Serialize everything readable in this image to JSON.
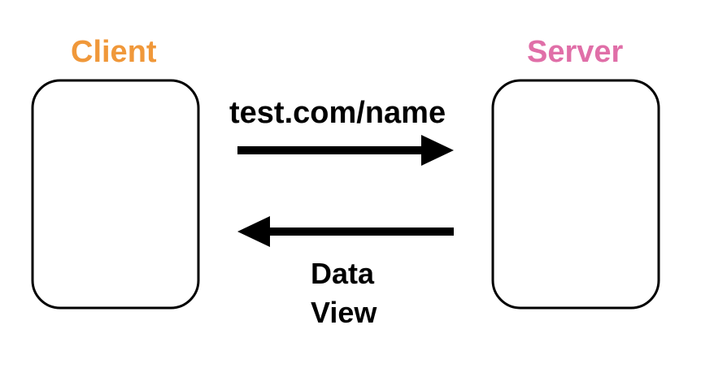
{
  "client": {
    "title": "Client",
    "color": "#F0983A"
  },
  "server": {
    "title": "Server",
    "color": "#E06FA8"
  },
  "request": {
    "label": "test.com/name",
    "direction": "client-to-server"
  },
  "response": {
    "label": "Data\nView",
    "direction": "server-to-client"
  },
  "colors": {
    "stroke": "#000000",
    "background": "#FFFFFF"
  }
}
